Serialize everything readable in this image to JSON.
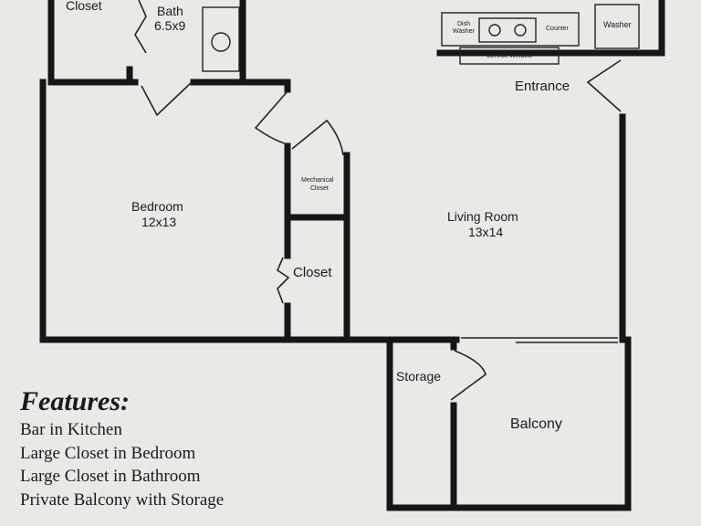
{
  "rooms": {
    "closet_top": "Closet",
    "bath_name": "Bath",
    "bath_size": "6.5x9",
    "bedroom_name": "Bedroom",
    "bedroom_size": "12x13",
    "mechanical_line1": "Mechanical",
    "mechanical_line2": "Closet",
    "closet_bedroom": "Closet",
    "living_name": "Living Room",
    "living_size": "13x14",
    "entrance": "Entrance",
    "storage": "Storage",
    "balcony": "Balcony"
  },
  "kitchen": {
    "dishwasher_line1": "Dish",
    "dishwasher_line2": "Washer",
    "counter": "Counter",
    "washer": "Washer",
    "service_window": "Service Window"
  },
  "features": {
    "title": "Features:",
    "items": [
      "Bar in Kitchen",
      "Large Closet in Bedroom",
      "Large Closet in Bathroom",
      "Private Balcony with Storage"
    ]
  }
}
